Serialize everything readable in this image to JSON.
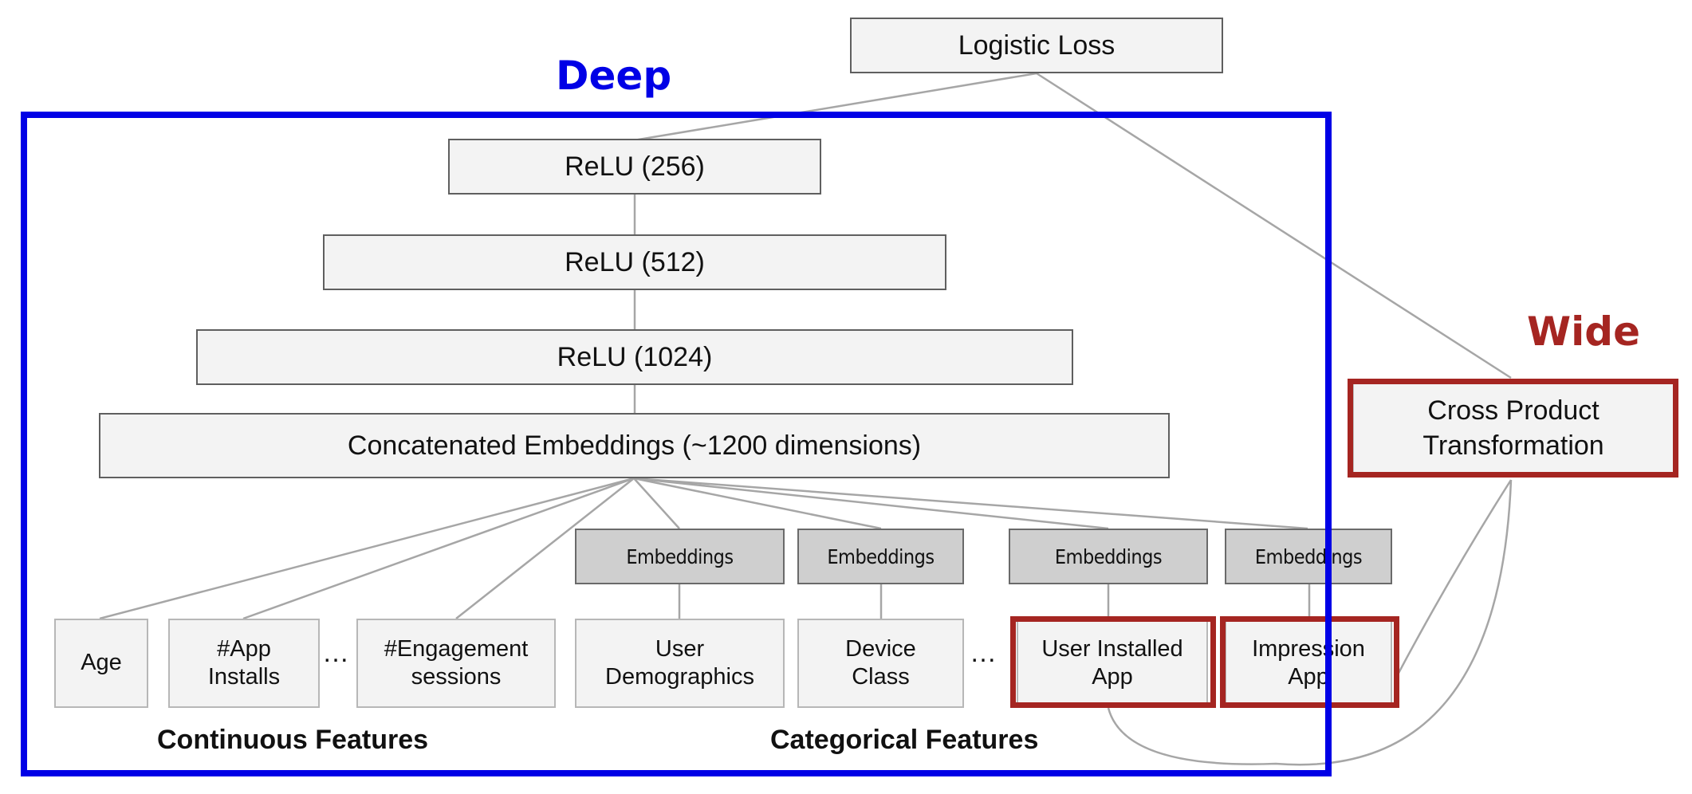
{
  "labels": {
    "deep": "Deep",
    "wide": "Wide"
  },
  "nodes": {
    "logistic_loss": "Logistic Loss",
    "relu_256": "ReLU (256)",
    "relu_512": "ReLU (512)",
    "relu_1024": "ReLU (1024)",
    "concat": "Concatenated Embeddings (~1200 dimensions)",
    "cross_product": "Cross Product\nTransformation"
  },
  "embeddings": [
    "Embeddings",
    "Embeddings",
    "Embeddings",
    "Embeddings"
  ],
  "features": {
    "age": "Age",
    "app_installs": "#App\nInstalls",
    "engagement": "#Engagement\nsessions",
    "user_demographics": "User\nDemographics",
    "device_class": "Device\nClass",
    "user_installed_app": "User Installed\nApp",
    "impression_app": "Impression\nApp"
  },
  "ellipses": [
    "…",
    "…"
  ],
  "groups": {
    "continuous": "Continuous Features",
    "categorical": "Categorical Features"
  },
  "colors": {
    "deep": "#0000e6",
    "wide": "#a52521",
    "edge": "#a6a6a6"
  }
}
